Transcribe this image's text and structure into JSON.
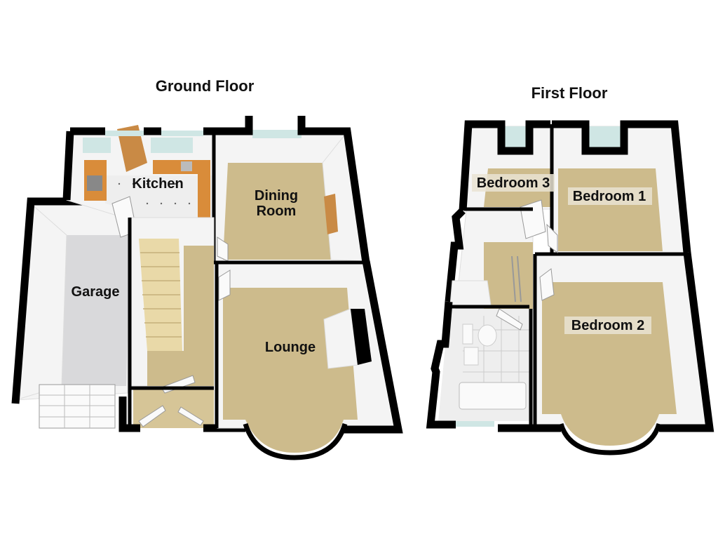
{
  "floors": [
    {
      "title": "Ground Floor",
      "rooms": {
        "kitchen": "Kitchen",
        "dining": "Dining\nRoom",
        "dining_line1": "Dining",
        "dining_line2": "Room",
        "garage": "Garage",
        "lounge": "Lounge"
      }
    },
    {
      "title": "First Floor",
      "rooms": {
        "bedroom3": "Bedroom 3",
        "bedroom1": "Bedroom 1",
        "bedroom2": "Bedroom 2"
      }
    }
  ],
  "colors": {
    "carpet": "#cdbb8c",
    "walls": "#000000",
    "kitchen_units": "#d98c3a",
    "garage_floor": "#d9d9db",
    "windows": "#cfe6e4"
  }
}
